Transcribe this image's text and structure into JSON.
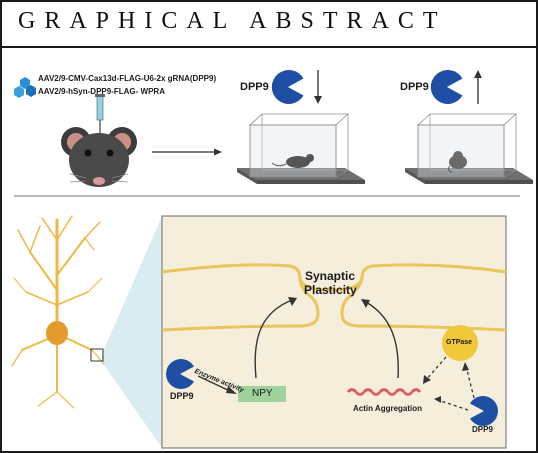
{
  "header": {
    "title": "GRAPHICAL ABSTRACT"
  },
  "top": {
    "virus_line_1": "AAV2/9-CMV-Cax13d-FLAG-U6-2x gRNA(DPP9)",
    "virus_line_2": "AAV2/9-hSyn-DPP9-FLAG- WPRA",
    "knockdown_label": "DPP9",
    "overexpress_label": "DPP9"
  },
  "bottom": {
    "synaptic_line_1": "Synaptic",
    "synaptic_line_2": "Plasticity",
    "dpp9_left": "DPP9",
    "enzyme_activity": "Enzyme activity",
    "npy": "NPY",
    "gtpase": "GTPase",
    "actin_aggregation": "Actin Aggregation",
    "dpp9_right": "DPP9"
  },
  "colors": {
    "pacman": "#1f4fa5",
    "cream": "#f5eedb",
    "membrane": "#e9c55a",
    "npy_box": "#9fd29a",
    "gtpase": "#f0c83a",
    "actin": "#e0606a",
    "neuron": "#f0b840",
    "zoom": "#cfe7ef"
  },
  "icons": [
    "molecule-icon",
    "mouse-icon",
    "syringe-icon",
    "cage-icon",
    "pacman-icon",
    "down-arrow-icon",
    "up-arrow-icon",
    "neuron-icon"
  ]
}
